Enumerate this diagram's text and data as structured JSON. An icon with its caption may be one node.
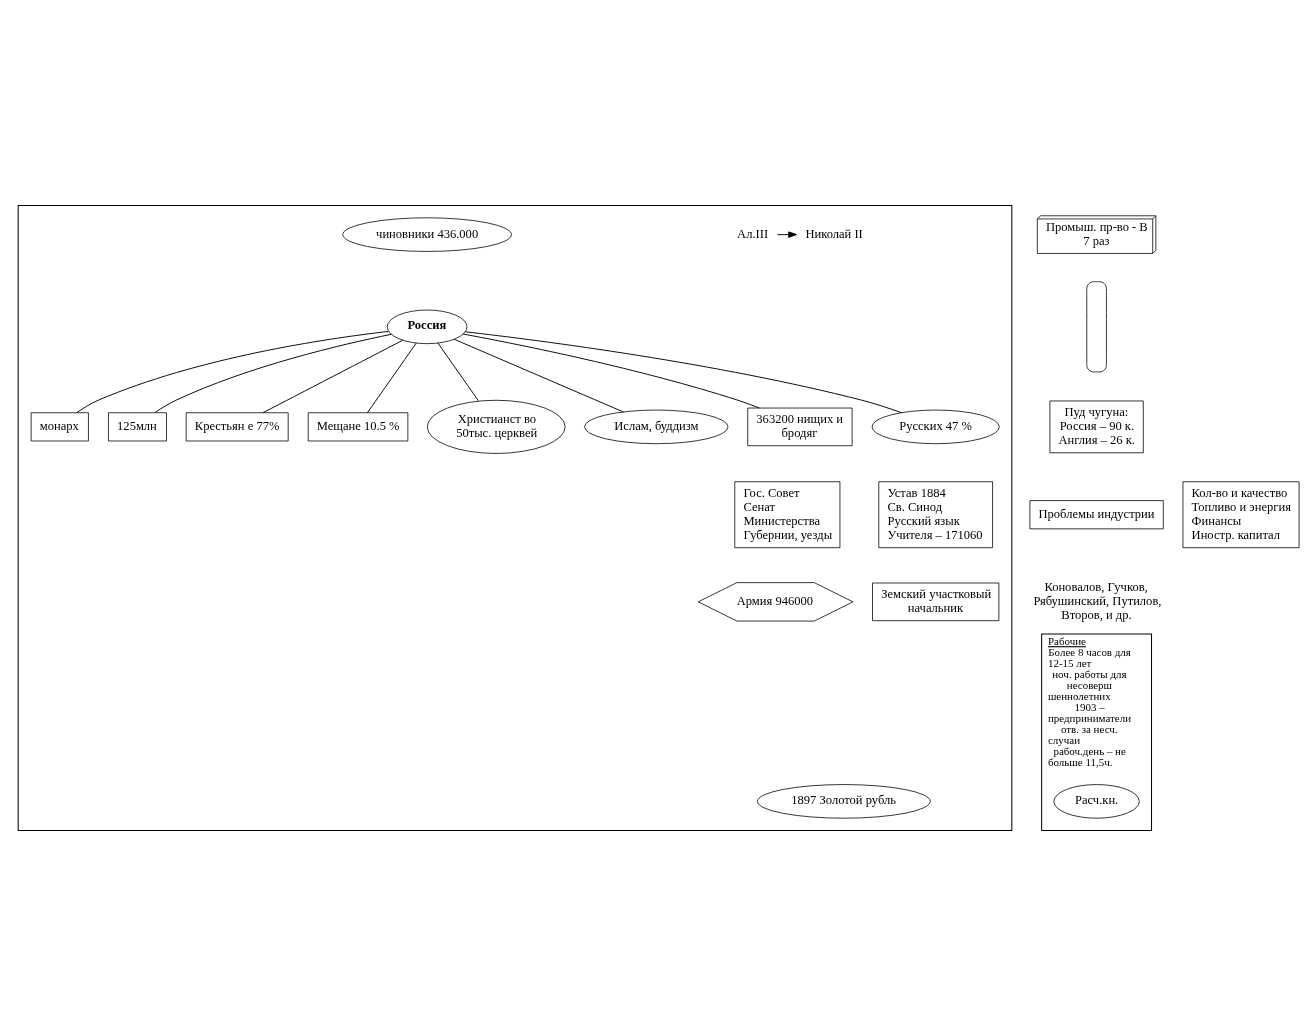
{
  "diagram": {
    "nodes": [
      {
        "text": [],
        "shape": "box"
      },
      {
        "text": [
          "Ал.III"
        ],
        "in": 0
      },
      {
        "text": [
          "Николай II"
        ],
        "in": 0
      },
      {
        "text": [
          "чиновники 436.000"
        ],
        "in": 0
      },
      {
        "text": [
          "Россия"
        ],
        "in": 0
      },
      {
        "text": [
          "монарх"
        ],
        "in": 0
      },
      {
        "text": [
          "125млн"
        ],
        "in": 0
      },
      {
        "text": [
          "Крестьян е 77%"
        ],
        "in": 0
      },
      {
        "text": [
          "Мещане 10.5 %"
        ],
        "in": 0
      },
      {
        "text": [
          "Христианст во 50тыс. церквей"
        ],
        "in": 0
      },
      {
        "text": [
          "Ислам, буддизм"
        ],
        "in": 0
      },
      {
        "text": [
          "363200 нищих и бродяг"
        ],
        "in": 0
      },
      {
        "text": [
          "Русских 47 %"
        ],
        "in": 0
      },
      {
        "text": [
          "Гос. Совет",
          "Сенат",
          "Министерства",
          "Губернии, уезды"
        ],
        "in": 0
      },
      {
        "text": [
          "Устав 1884",
          "Св. Синод",
          "Русский язык",
          "Учителя – 171060"
        ],
        "in": 0
      },
      {
        "text": [
          "Армия 946000"
        ],
        "in": 0
      },
      {
        "text": [
          "Земский участковый начальник"
        ],
        "in": 0
      },
      {
        "text": [
          "1897 Золотой рубль"
        ],
        "in": 0
      },
      {
        "text": [
          "Промыш. пр-во - В 7 раз"
        ]
      },
      {
        "text": [],
        "shape": "bar"
      },
      {
        "text": [
          "Пуд чугуна:",
          "Россия – 90 к.",
          "Англия – 26 к."
        ]
      },
      {
        "text": [
          "Проблемы индустрии"
        ]
      },
      {
        "text": [
          "Кол-во и качество",
          "Топливо и энергия",
          "Финансы",
          "Иностр. капитал"
        ]
      },
      {
        "text": [
          "Рабочие",
          "Более 8 часов для 12-15 лет",
          "ноч. работы для несоверш шеннолетних",
          "1903 – предприниматели отв. за несч. случаи",
          "рабоч.день – не больше 11,5ч."
        ]
      },
      {
        "text": [
          "Расч.кн."
        ],
        "in": 23
      }
    ],
    "edges": [
      {
        "from": 1,
        "to": 2,
        "arrow": "to"
      },
      {
        "from": 4,
        "to": 5,
        "arrow": "none"
      },
      {
        "from": 4,
        "to": 6,
        "arrow": "none"
      },
      {
        "from": 4,
        "to": 7,
        "arrow": "none"
      },
      {
        "from": 4,
        "to": 8,
        "arrow": "none"
      },
      {
        "from": 4,
        "to": 12,
        "arrow": "none"
      },
      {
        "from": 4,
        "to": 11,
        "arrow": "none"
      },
      {
        "from": 4,
        "to": 10,
        "arrow": "none"
      },
      {
        "from": 4,
        "to": 9,
        "arrow": "none"
      }
    ],
    "labels": [
      "Коновалов, Гучков, Рябушинский, Путилов, Второв, и др."
    ]
  }
}
